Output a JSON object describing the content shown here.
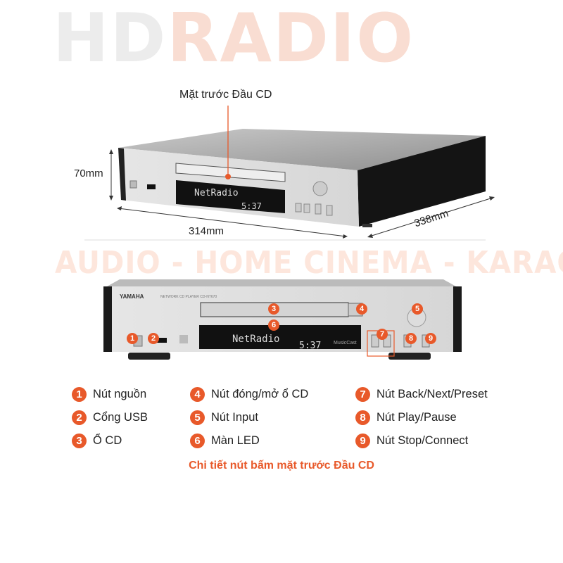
{
  "watermark": {
    "brand_gray": "HD",
    "brand_orange": "RADIO",
    "tagline": "AUDIO - HOME CINEMA - KARAOKE"
  },
  "top_view": {
    "callout": "Mặt trước Đầu CD",
    "height_dim": "70mm",
    "width_dim": "314mm",
    "depth_dim": "338mm",
    "display_text": "NetRadio",
    "display_time": "5:37"
  },
  "front_view": {
    "brand": "YAMAHA",
    "model_text": "NETWORK CD PLAYER  CD-NT670",
    "display_text": "NetRadio",
    "display_time": "5:37",
    "display_logo": "MusicCast",
    "markers": [
      "1",
      "2",
      "3",
      "4",
      "5",
      "6",
      "7",
      "8",
      "9"
    ]
  },
  "legend": [
    {
      "num": "1",
      "label": "Nút nguồn"
    },
    {
      "num": "2",
      "label": "Cổng USB"
    },
    {
      "num": "3",
      "label": "Ổ CD"
    },
    {
      "num": "4",
      "label": "Nút đóng/mở ổ CD"
    },
    {
      "num": "5",
      "label": "Nút Input"
    },
    {
      "num": "6",
      "label": "Màn LED"
    },
    {
      "num": "7",
      "label": "Nút Back/Next/Preset"
    },
    {
      "num": "8",
      "label": "Nút Play/Pause"
    },
    {
      "num": "9",
      "label": "Nút Stop/Connect"
    }
  ],
  "caption": "Chi tiết nút bấm mặt trước Đầu CD",
  "colors": {
    "accent": "#e8592a",
    "panel": "#d9d9d9",
    "display": "#111111"
  }
}
